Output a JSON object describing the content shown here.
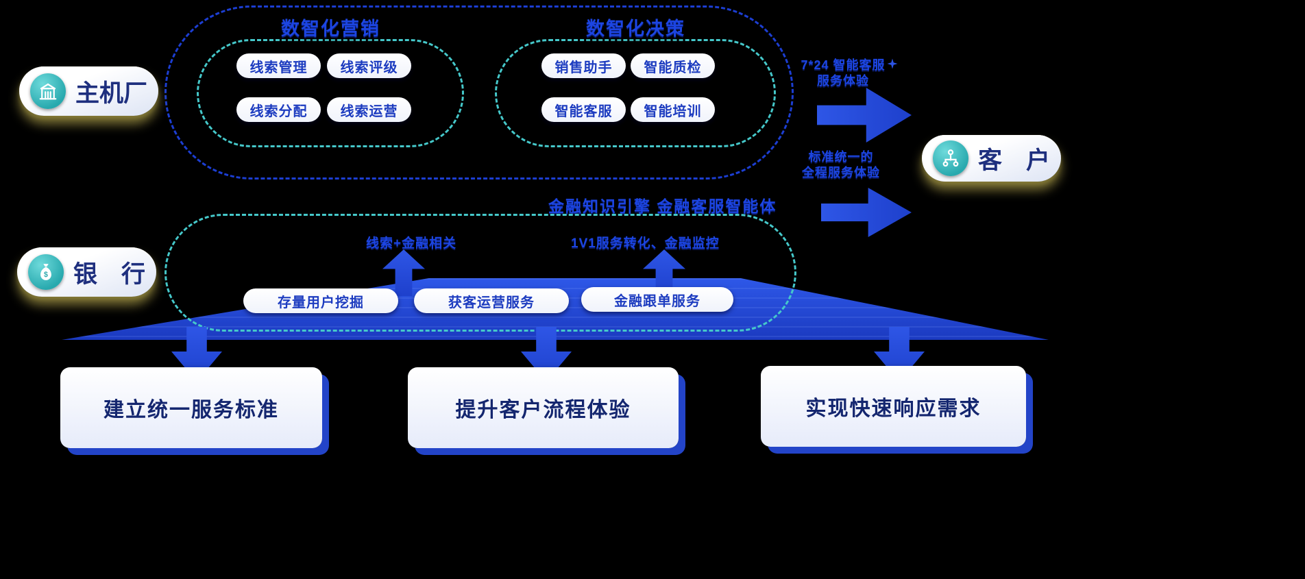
{
  "actors": {
    "oem": {
      "label": "主机厂"
    },
    "bank": {
      "label": "银　行"
    },
    "customer": {
      "label": "客　户"
    }
  },
  "marketing_group": {
    "title": "数智化营销",
    "items": [
      "线索管理",
      "线索评级",
      "线索分配",
      "线索运营"
    ]
  },
  "decision_group": {
    "title": "数智化决策",
    "items": [
      "销售助手",
      "智能质检",
      "智能客服",
      "智能培训"
    ]
  },
  "right_flow": {
    "top_caption_line1": "7*24 智能客服",
    "top_caption_line2": "服务体验",
    "bottom_caption_line1": "标准统一的",
    "bottom_caption_line2": "全程服务体验"
  },
  "finance_section": {
    "title": "金融知识引擎  金融客服智能体",
    "caption_left": "线索+金融相关",
    "caption_right": "1V1服务转化、金融监控",
    "pills": [
      "存量用户挖掘",
      "获客运营服务",
      "金融跟单服务"
    ]
  },
  "bottom_cards": [
    "建立统一服务标准",
    "提升客户流程体验",
    "实现快速响应需求"
  ],
  "colors": {
    "background": "#000000",
    "outer_dash_blue": "#1c3ed2",
    "inner_dash_teal": "#45c8ca",
    "arrow_blue": "#2b52e2",
    "title_blue": "#1c45e2",
    "pill_text_blue": "#1d3cc0",
    "card_text_navy": "#14266f",
    "icon_teal": "#2fb3b8"
  }
}
